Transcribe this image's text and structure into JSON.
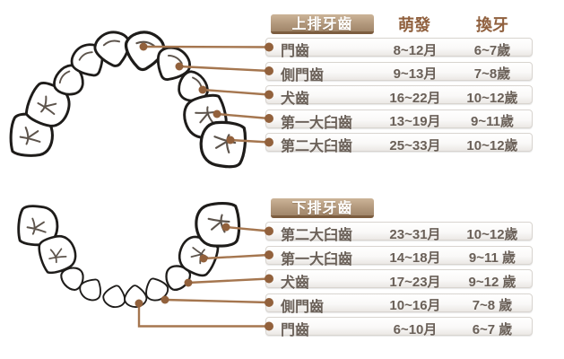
{
  "theme": {
    "badge_background": "#b0967a",
    "badge_border": "#7c5d3f",
    "badge_text": "#ffffff",
    "column_header_text": "#90603e",
    "row_text": "#6a6058",
    "connector_line": "#a5764f",
    "connector_dot": "#92613c",
    "tooth_outline": "#1e1c1a"
  },
  "columns": {
    "erupt": "萌發",
    "change": "換牙"
  },
  "upper": {
    "title": "上排牙齒",
    "rows": [
      {
        "name": "門齒",
        "erupt": "8~12月",
        "change": "6~7歲"
      },
      {
        "name": "側門齒",
        "erupt": "9~13月",
        "change": "7~8歲"
      },
      {
        "name": "犬齒",
        "erupt": "16~22月",
        "change": "10~12歲"
      },
      {
        "name": "第一大臼齒",
        "erupt": "13~19月",
        "change": "9~11歲"
      },
      {
        "name": "第二大臼齒",
        "erupt": "25~33月",
        "change": "10~12歲"
      }
    ]
  },
  "lower": {
    "title": "下排牙齒",
    "rows": [
      {
        "name": "第二大臼齒",
        "erupt": "23~31月",
        "change": "10~12歲"
      },
      {
        "name": "第一大臼齒",
        "erupt": "14~18月",
        "change": "9~11 歲"
      },
      {
        "name": "犬齒",
        "erupt": "17~23月",
        "change": "9~12 歲"
      },
      {
        "name": "側門齒",
        "erupt": "10~16月",
        "change": "7~8 歲"
      },
      {
        "name": "門齒",
        "erupt": "6~10月",
        "change": "6~7 歲"
      }
    ]
  }
}
